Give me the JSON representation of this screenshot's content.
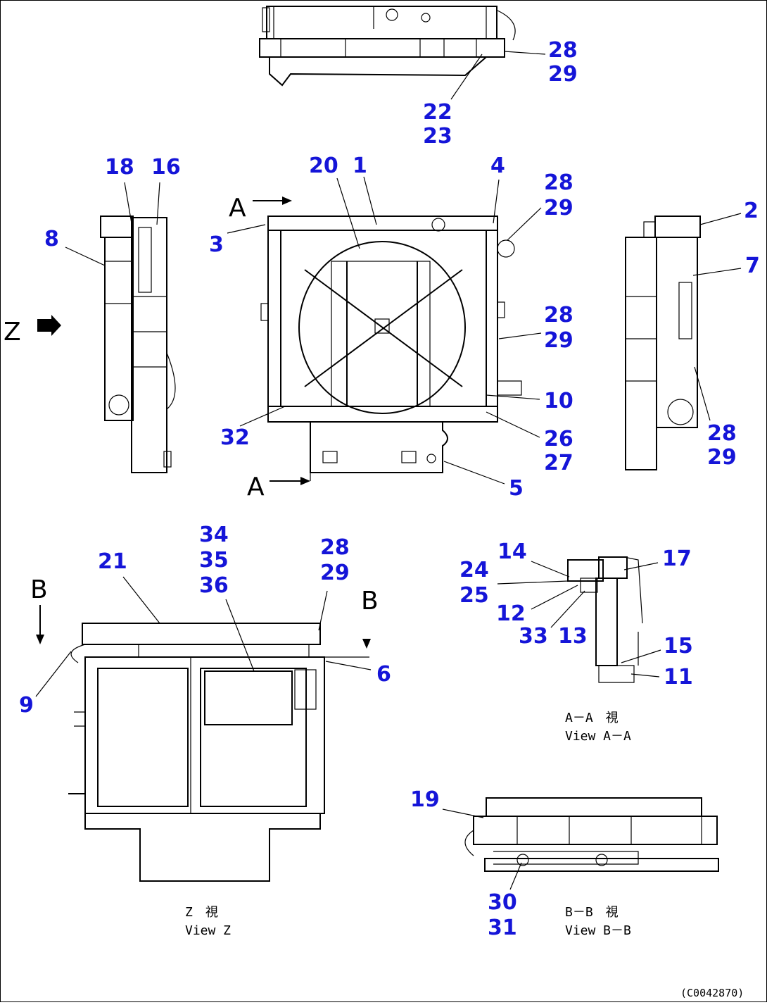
{
  "view_marks": {
    "a_top": "A",
    "a_bottom": "A",
    "b_left": "B",
    "b_right": "B",
    "z": "Z"
  },
  "captions": {
    "aa_jp": "A－A　視",
    "aa_en": "View A－A",
    "z_jp": "Z　視",
    "z_en": "View Z",
    "bb_jp": "B－B　視",
    "bb_en": "View B－B"
  },
  "drawing_code": "(C0042870)",
  "callouts": {
    "c28_top": "28",
    "c29_top": "29",
    "c22": "22",
    "c23": "23",
    "c18": "18",
    "c16": "16",
    "c20": "20",
    "c1": "1",
    "c4": "4",
    "c28_a": "28",
    "c29_a": "29",
    "c2": "2",
    "c8": "8",
    "c3": "3",
    "c7": "7",
    "c28_b": "28",
    "c29_b": "29",
    "c10": "10",
    "c32": "32",
    "c26": "26",
    "c27": "27",
    "c28_c": "28",
    "c29_c": "29",
    "c5": "5",
    "c34": "34",
    "c35": "35",
    "c36": "36",
    "c21": "21",
    "c28_d": "28",
    "c29_d": "29",
    "c6": "6",
    "c9": "9",
    "c14": "14",
    "c17": "17",
    "c24": "24",
    "c25": "25",
    "c12": "12",
    "c33": "33",
    "c13": "13",
    "c15": "15",
    "c11": "11",
    "c19": "19",
    "c30": "30",
    "c31": "31"
  }
}
